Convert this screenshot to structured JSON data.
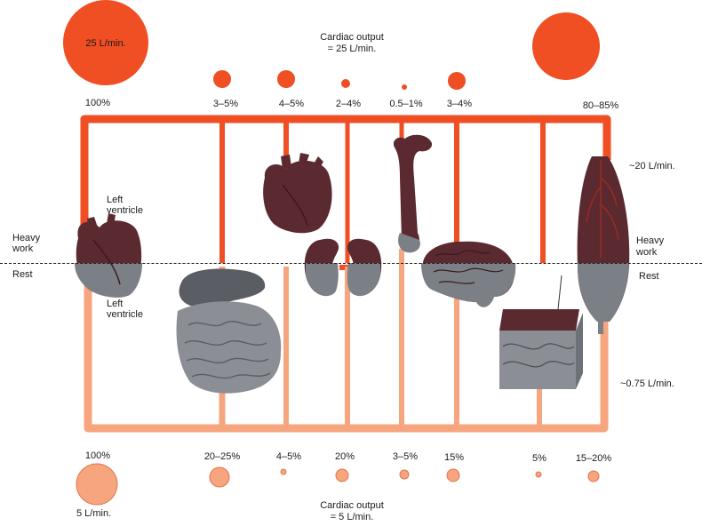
{
  "top": {
    "cardiac_output": "Cardiac output",
    "cardiac_output_value": "= 25 L/min.",
    "left_circle": "25 L/min.",
    "percentages": [
      "100%",
      "3–5%",
      "4–5%",
      "2–4%",
      "0.5–1%",
      "3–4%",
      "80–85%"
    ]
  },
  "bottom": {
    "cardiac_output": "Cardiac output",
    "cardiac_output_value": "= 5 L/min.",
    "left_circle": "5 L/min.",
    "percentages": [
      "100%",
      "20–25%",
      "4–5%",
      "20%",
      "3–5%",
      "15%",
      "5%",
      "15–20%"
    ]
  },
  "labels": {
    "left_ventricle_top_1": "Left",
    "left_ventricle_top_2": "ventricle",
    "left_ventricle_bottom_1": "Left",
    "left_ventricle_bottom_2": "ventricle",
    "heavy_work_left_1": "Heavy",
    "heavy_work_left_2": "work",
    "rest_left": "Rest",
    "heavy_work_right_1": "Heavy",
    "heavy_work_right_2": "work",
    "rest_right": "Rest",
    "muscle_heavy_flow": "~20 L/min.",
    "muscle_rest_flow": "~0.75 L/min."
  },
  "colors": {
    "heavy_flow": "#f04e23",
    "rest_flow": "#f7a57e",
    "organ_dark": "#5a2a30",
    "organ_grey": "#7b7f86"
  }
}
